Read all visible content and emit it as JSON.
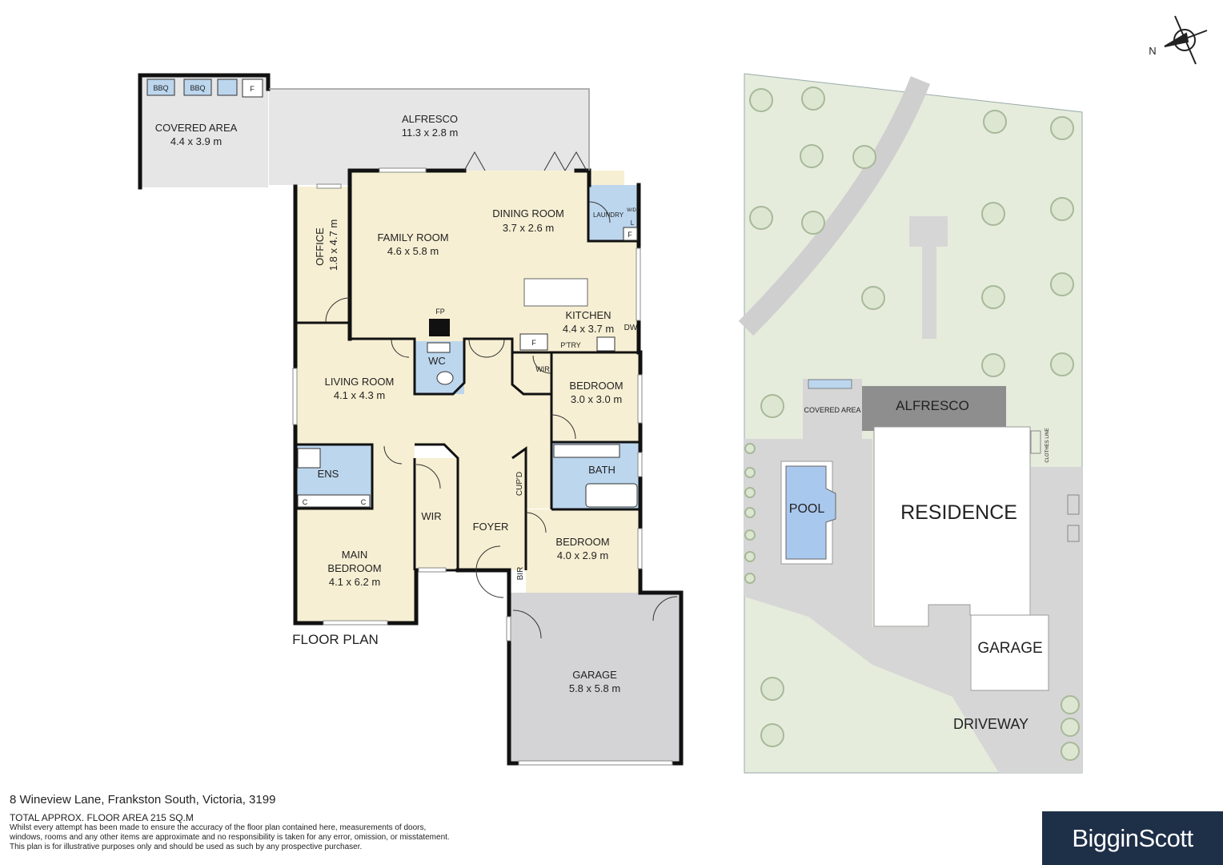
{
  "floor_plan": {
    "title": "FLOOR PLAN",
    "rooms": [
      {
        "name": "COVERED AREA",
        "size": "4.4 x 3.9 m"
      },
      {
        "name": "ALFRESCO",
        "size": "11.3 x 2.8 m"
      },
      {
        "name": "OFFICE",
        "size": "1.8 x 4.7 m"
      },
      {
        "name": "FAMILY ROOM",
        "size": "4.6 x 5.8 m"
      },
      {
        "name": "DINING ROOM",
        "size": "3.7 x 2.6 m"
      },
      {
        "name": "LAUNDRY",
        "size": ""
      },
      {
        "name": "KITCHEN",
        "size": "4.4 x 3.7 m"
      },
      {
        "name": "LIVING ROOM",
        "size": "4.1 x 4.3 m"
      },
      {
        "name": "WC",
        "size": ""
      },
      {
        "name": "BEDROOM",
        "size": "3.0 x 3.0 m"
      },
      {
        "name": "ENS",
        "size": ""
      },
      {
        "name": "BATH",
        "size": ""
      },
      {
        "name": "WIR",
        "size": ""
      },
      {
        "name": "FOYER",
        "size": ""
      },
      {
        "name": "CUP'D",
        "size": ""
      },
      {
        "name": "MAIN",
        "size": ""
      },
      {
        "name": "BEDROOM",
        "size": "4.1 x 6.2 m"
      },
      {
        "name": "BEDROOM",
        "size": "4.0 x 2.9 m"
      },
      {
        "name": "BIR",
        "size": ""
      },
      {
        "name": "GARAGE",
        "size": "5.8 x 5.8 m"
      }
    ],
    "fixtures": {
      "bbq": "BBQ",
      "fridge": "F",
      "fireplace": "FP",
      "pantry": "P'TRY",
      "dishwasher": "DW",
      "wir": "WIR",
      "laundry_wd": "W/D",
      "laundry_l": "L",
      "cupboard": "C"
    }
  },
  "site_plan": {
    "labels": [
      "ALFRESCO",
      "COVERED AREA",
      "CLOTHES LINE",
      "POOL",
      "RESIDENCE",
      "GARAGE",
      "DRIVEWAY"
    ],
    "north": "N",
    "colors": {
      "lawn": "#e6ecdc",
      "paving": "#d6d6d6",
      "pool": "#a9c8ee",
      "deck": "#8e8e8e"
    }
  },
  "footer": {
    "address": "8 Wineview Lane, Frankston South, Victoria, 3199",
    "total_area": "TOTAL APPROX. FLOOR AREA 215 SQ.M",
    "disclaimer": [
      "Whilst every attempt has been made to ensure the accuracy of the floor plan contained here, measurements of doors,",
      "windows, rooms and any other items are approximate and no responsibility is taken for any error, omission, or misstatement.",
      "This plan is for illustrative purposes only and should be used as such by any prospective purchaser."
    ]
  },
  "brand": "BigginScott",
  "colors": {
    "room": "#f7efd3",
    "wet": "#bcd6ee",
    "garage": "#d4d4d6",
    "outdoor": "#e6e6e6",
    "wall": "#111111"
  }
}
